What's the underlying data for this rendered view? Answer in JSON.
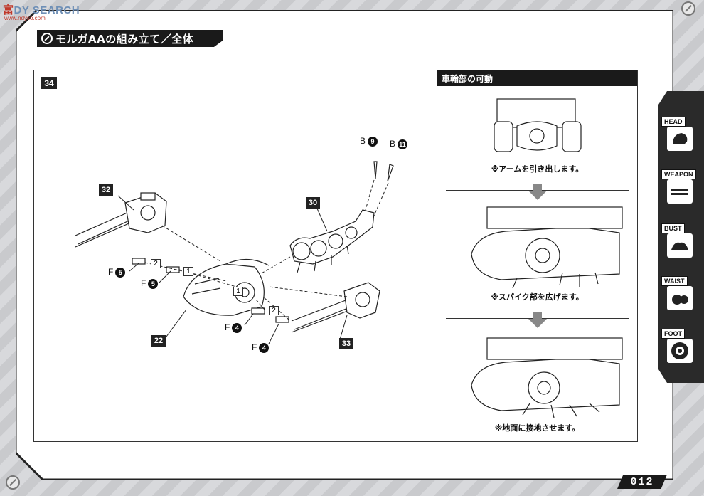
{
  "watermark": {
    "cn": "富",
    "text": "DY SEARCH",
    "sub": "www.ndyso.com"
  },
  "title": "モルガAAの組み立て／全体",
  "step": {
    "number": "34"
  },
  "parts": {
    "p32": "32",
    "p30": "30",
    "p22": "22",
    "p33": "33",
    "b9": {
      "letter": "B",
      "num": "9"
    },
    "b11": {
      "letter": "B",
      "num": "11"
    },
    "f5a": {
      "letter": "F",
      "num": "5"
    },
    "f5b": {
      "letter": "F",
      "num": "5"
    },
    "f4a": {
      "letter": "F",
      "num": "4"
    },
    "f4b": {
      "letter": "F",
      "num": "4"
    },
    "order1a": "1",
    "order2a": "2",
    "order1b": "1",
    "order2b": "2"
  },
  "side": {
    "header": "車輪部の可動",
    "captions": [
      "※アームを引き出します。",
      "※スパイク部を広げます。",
      "※地面に接地させます。"
    ]
  },
  "nav": {
    "items": [
      {
        "label": "HEAD",
        "icon": "head-icon"
      },
      {
        "label": "WEAPON",
        "icon": "weapon-icon"
      },
      {
        "label": "BUST",
        "icon": "bust-icon"
      },
      {
        "label": "WAIST",
        "icon": "waist-icon"
      },
      {
        "label": "FOOT",
        "icon": "foot-icon"
      }
    ]
  },
  "page_number": "012",
  "colors": {
    "frame": "#1a1a1a",
    "watermark_blue": "#6e8fb6",
    "watermark_red": "#c0392b"
  }
}
